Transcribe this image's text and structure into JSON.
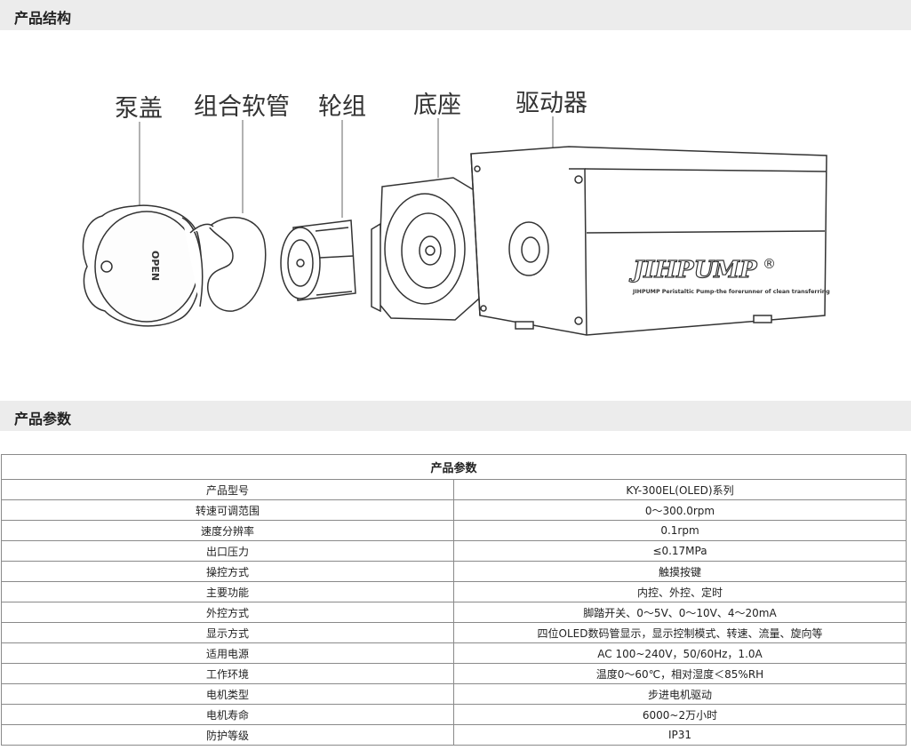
{
  "section1": {
    "title": "产品结构"
  },
  "section2": {
    "title": "产品参数"
  },
  "diagram": {
    "labels": {
      "pump_cover": "泵盖",
      "tubing": "组合软管",
      "rotor": "轮组",
      "base": "底座",
      "driver": "驱动器"
    },
    "cover_text": "OPEN",
    "brand": "JIHPUMP",
    "registered_mark": "®",
    "slogan": "JIHPUMP Peristaltic Pump-the forerunner of clean transferring"
  },
  "table": {
    "header": "产品参数",
    "rows": [
      [
        "产品型号",
        "KY-300EL(OLED)系列"
      ],
      [
        "转速可调范围",
        "0～300.0rpm"
      ],
      [
        "速度分辨率",
        "0.1rpm"
      ],
      [
        "出口压力",
        "≤0.17MPa"
      ],
      [
        "操控方式",
        "触摸按键"
      ],
      [
        "主要功能",
        "内控、外控、定时"
      ],
      [
        "外控方式",
        "脚踏开关、0～5V、0～10V、4～20mA"
      ],
      [
        "显示方式",
        "四位OLED数码管显示，显示控制模式、转速、流量、旋向等"
      ],
      [
        "适用电源",
        "AC 100~240V，50/60Hz，1.0A"
      ],
      [
        "工作环境",
        "温度0～60℃，相对湿度＜85%RH"
      ],
      [
        "电机类型",
        "步进电机驱动"
      ],
      [
        "电机寿命",
        "6000~2万小时"
      ],
      [
        "防护等级",
        "IP31"
      ]
    ]
  }
}
